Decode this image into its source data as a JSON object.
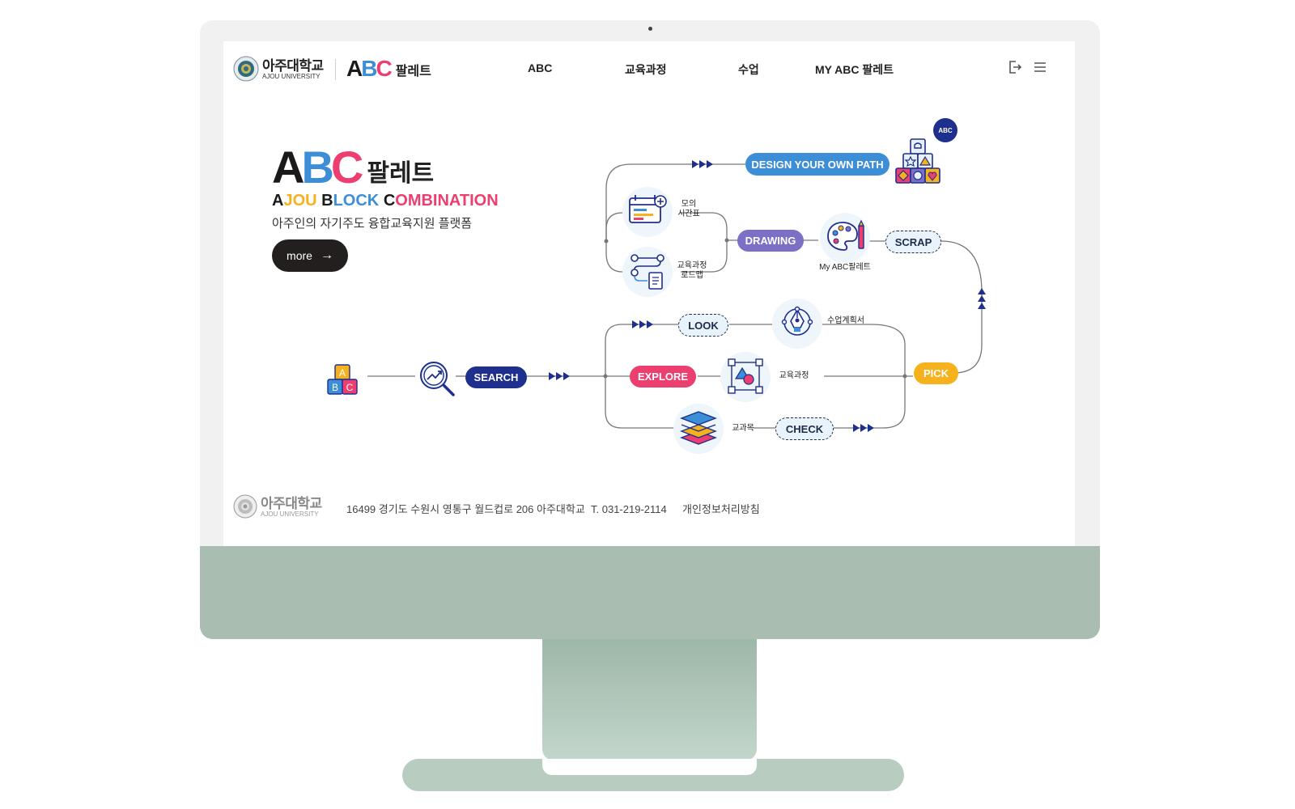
{
  "header": {
    "uni_name_ko": "아주대학교",
    "uni_name_en": "AJOU UNIVERSITY",
    "logo": {
      "letters": [
        "A",
        "B",
        "C"
      ],
      "suffix": "팔레트"
    },
    "nav": [
      {
        "label": "ABC"
      },
      {
        "label": "교육과정"
      },
      {
        "label": "수업"
      },
      {
        "label": "MY ABC 팔레트"
      }
    ],
    "logout_icon": "logout-icon",
    "menu_icon": "hamburger-menu-icon"
  },
  "hero": {
    "title_letters": [
      "A",
      "B",
      "C"
    ],
    "title_suffix": "팔레트",
    "acronym": [
      {
        "cap": "A",
        "rest": "JOU ",
        "cap_color": "#1a1a1a",
        "rest_color": "#f6b21c"
      },
      {
        "cap": "B",
        "rest": "LOCK ",
        "cap_color": "#1a1a1a",
        "rest_color": "#3c8fd6"
      },
      {
        "cap": "C",
        "rest": "OMBINATION",
        "cap_color": "#1a1a1a",
        "rest_color": "#ec3f70"
      }
    ],
    "description": "아주인의 자기주도 융합교육지원 플랫폼",
    "more_label": "more",
    "more_arrow": "→"
  },
  "diagram": {
    "abc_bubble": "ABC",
    "blocks_letters": [
      "A",
      "B",
      "C"
    ],
    "nodes": {
      "design_your_own_path": "DESIGN YOUR OWN PATH",
      "drawing": "DRAWING",
      "scrap": "SCRAP",
      "search": "SEARCH",
      "look": "LOOK",
      "explore": "EXPLORE",
      "check": "CHECK",
      "pick": "PICK"
    },
    "labels": {
      "mock_timetable_1": "모의",
      "mock_timetable_2": "시간표",
      "roadmap_1": "교육과정",
      "roadmap_2": "로드맵",
      "my_abc_palette": "My ABC팔레트",
      "lesson_plan": "수업계획서",
      "curriculum": "교육과정",
      "subject": "교과목"
    },
    "colors": {
      "navy": "#1f2f8e",
      "blue": "#3c8fd6",
      "purple": "#7c6fc6",
      "pink": "#ec3f70",
      "orange": "#f6b21c",
      "line": "#777777"
    }
  },
  "footer": {
    "uni_name_ko": "아주대학교",
    "uni_name_en": "AJOU UNIVERSITY",
    "address": "16499 경기도 수원시 영통구 월드컵로 206 아주대학교  T. 031-219-2114",
    "privacy_link": "개인정보처리방침"
  }
}
